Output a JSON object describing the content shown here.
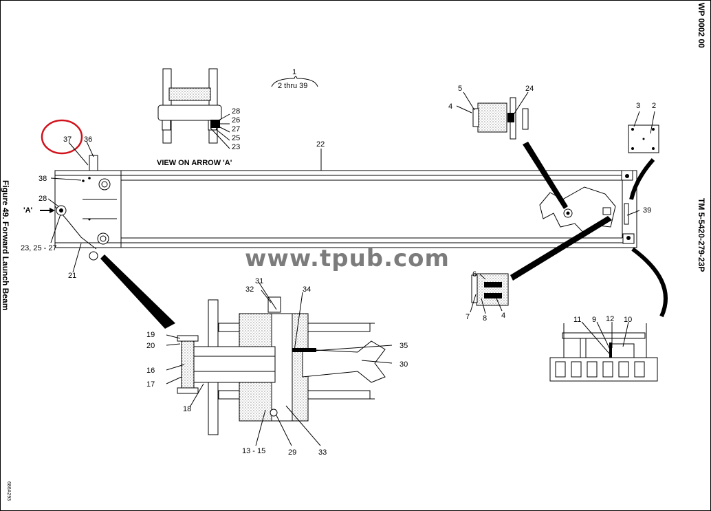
{
  "header": {
    "wp_code": "WP 0002 00",
    "tm_code": "TM 5-5420-279-23P",
    "figure_title": "Figure 49. Forward Launch Beam",
    "drawing_id": "686A293",
    "watermark": "www.tpub.com"
  },
  "labels": {
    "view_title": "VIEW ON ARROW 'A'",
    "arrow_a": "'A'",
    "main_item": "1",
    "main_range": "2 thru 39",
    "i2": "2",
    "i3": "3",
    "i4a": "4",
    "i4b": "4",
    "i5": "5",
    "i6": "6",
    "i7": "7",
    "i8": "8",
    "i9": "9",
    "i10": "10",
    "i11": "11",
    "i12": "12",
    "i13_15": "13 - 15",
    "i16": "16",
    "i17": "17",
    "i18": "18",
    "i19": "19",
    "i20": "20",
    "i21": "21",
    "i22": "22",
    "i23": "23",
    "i23_27": "23, 25 - 27",
    "i24": "24",
    "i25": "25",
    "i26": "26",
    "i27": "27",
    "i28a": "28",
    "i28b": "28",
    "i29": "29",
    "i30": "30",
    "i31": "31",
    "i32": "32",
    "i33": "33",
    "i34": "34",
    "i35": "35",
    "i36": "36",
    "i37": "37",
    "i38": "38",
    "i39": "39"
  },
  "highlight": {
    "item": "37",
    "color": "#d0121b"
  }
}
